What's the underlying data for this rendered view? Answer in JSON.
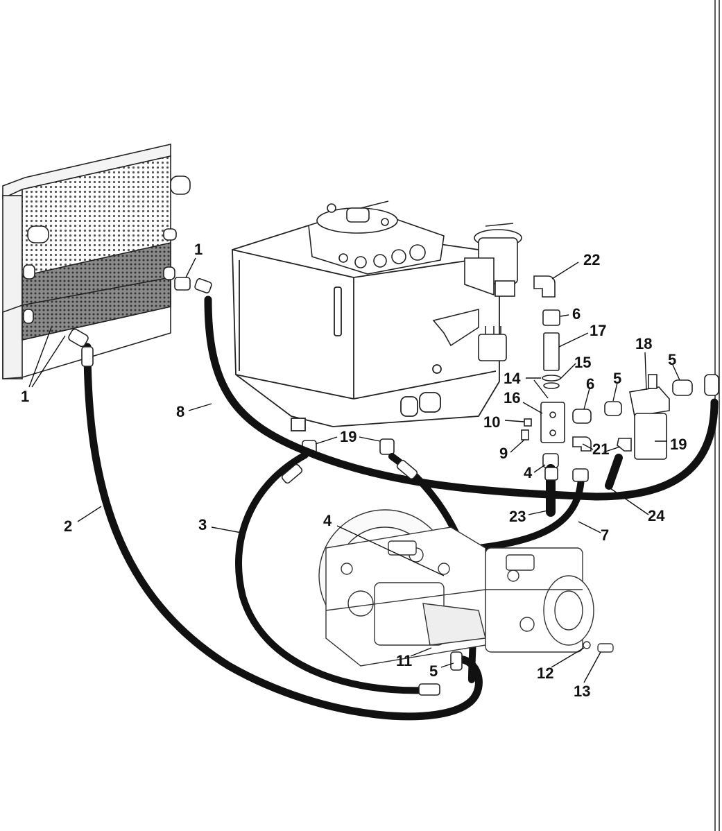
{
  "diagram": {
    "callouts": [
      {
        "id": "c1a",
        "text": "1"
      },
      {
        "id": "c1b",
        "text": "1"
      },
      {
        "id": "c2",
        "text": "2"
      },
      {
        "id": "c3",
        "text": "3"
      },
      {
        "id": "c4a",
        "text": "4"
      },
      {
        "id": "c4b",
        "text": "4"
      },
      {
        "id": "c5a",
        "text": "5"
      },
      {
        "id": "c5b",
        "text": "5"
      },
      {
        "id": "c5c",
        "text": "5"
      },
      {
        "id": "c6a",
        "text": "6"
      },
      {
        "id": "c6b",
        "text": "6"
      },
      {
        "id": "c7",
        "text": "7"
      },
      {
        "id": "c8",
        "text": "8"
      },
      {
        "id": "c9",
        "text": "9"
      },
      {
        "id": "c10",
        "text": "10"
      },
      {
        "id": "c11",
        "text": "11"
      },
      {
        "id": "c12",
        "text": "12"
      },
      {
        "id": "c13",
        "text": "13"
      },
      {
        "id": "c14",
        "text": "14"
      },
      {
        "id": "c15",
        "text": "15"
      },
      {
        "id": "c16",
        "text": "16"
      },
      {
        "id": "c17",
        "text": "17"
      },
      {
        "id": "c18",
        "text": "18"
      },
      {
        "id": "c19a",
        "text": "19"
      },
      {
        "id": "c19b",
        "text": "19"
      },
      {
        "id": "c21",
        "text": "21"
      },
      {
        "id": "c22",
        "text": "22"
      },
      {
        "id": "c23",
        "text": "23"
      },
      {
        "id": "c24",
        "text": "24"
      }
    ]
  }
}
